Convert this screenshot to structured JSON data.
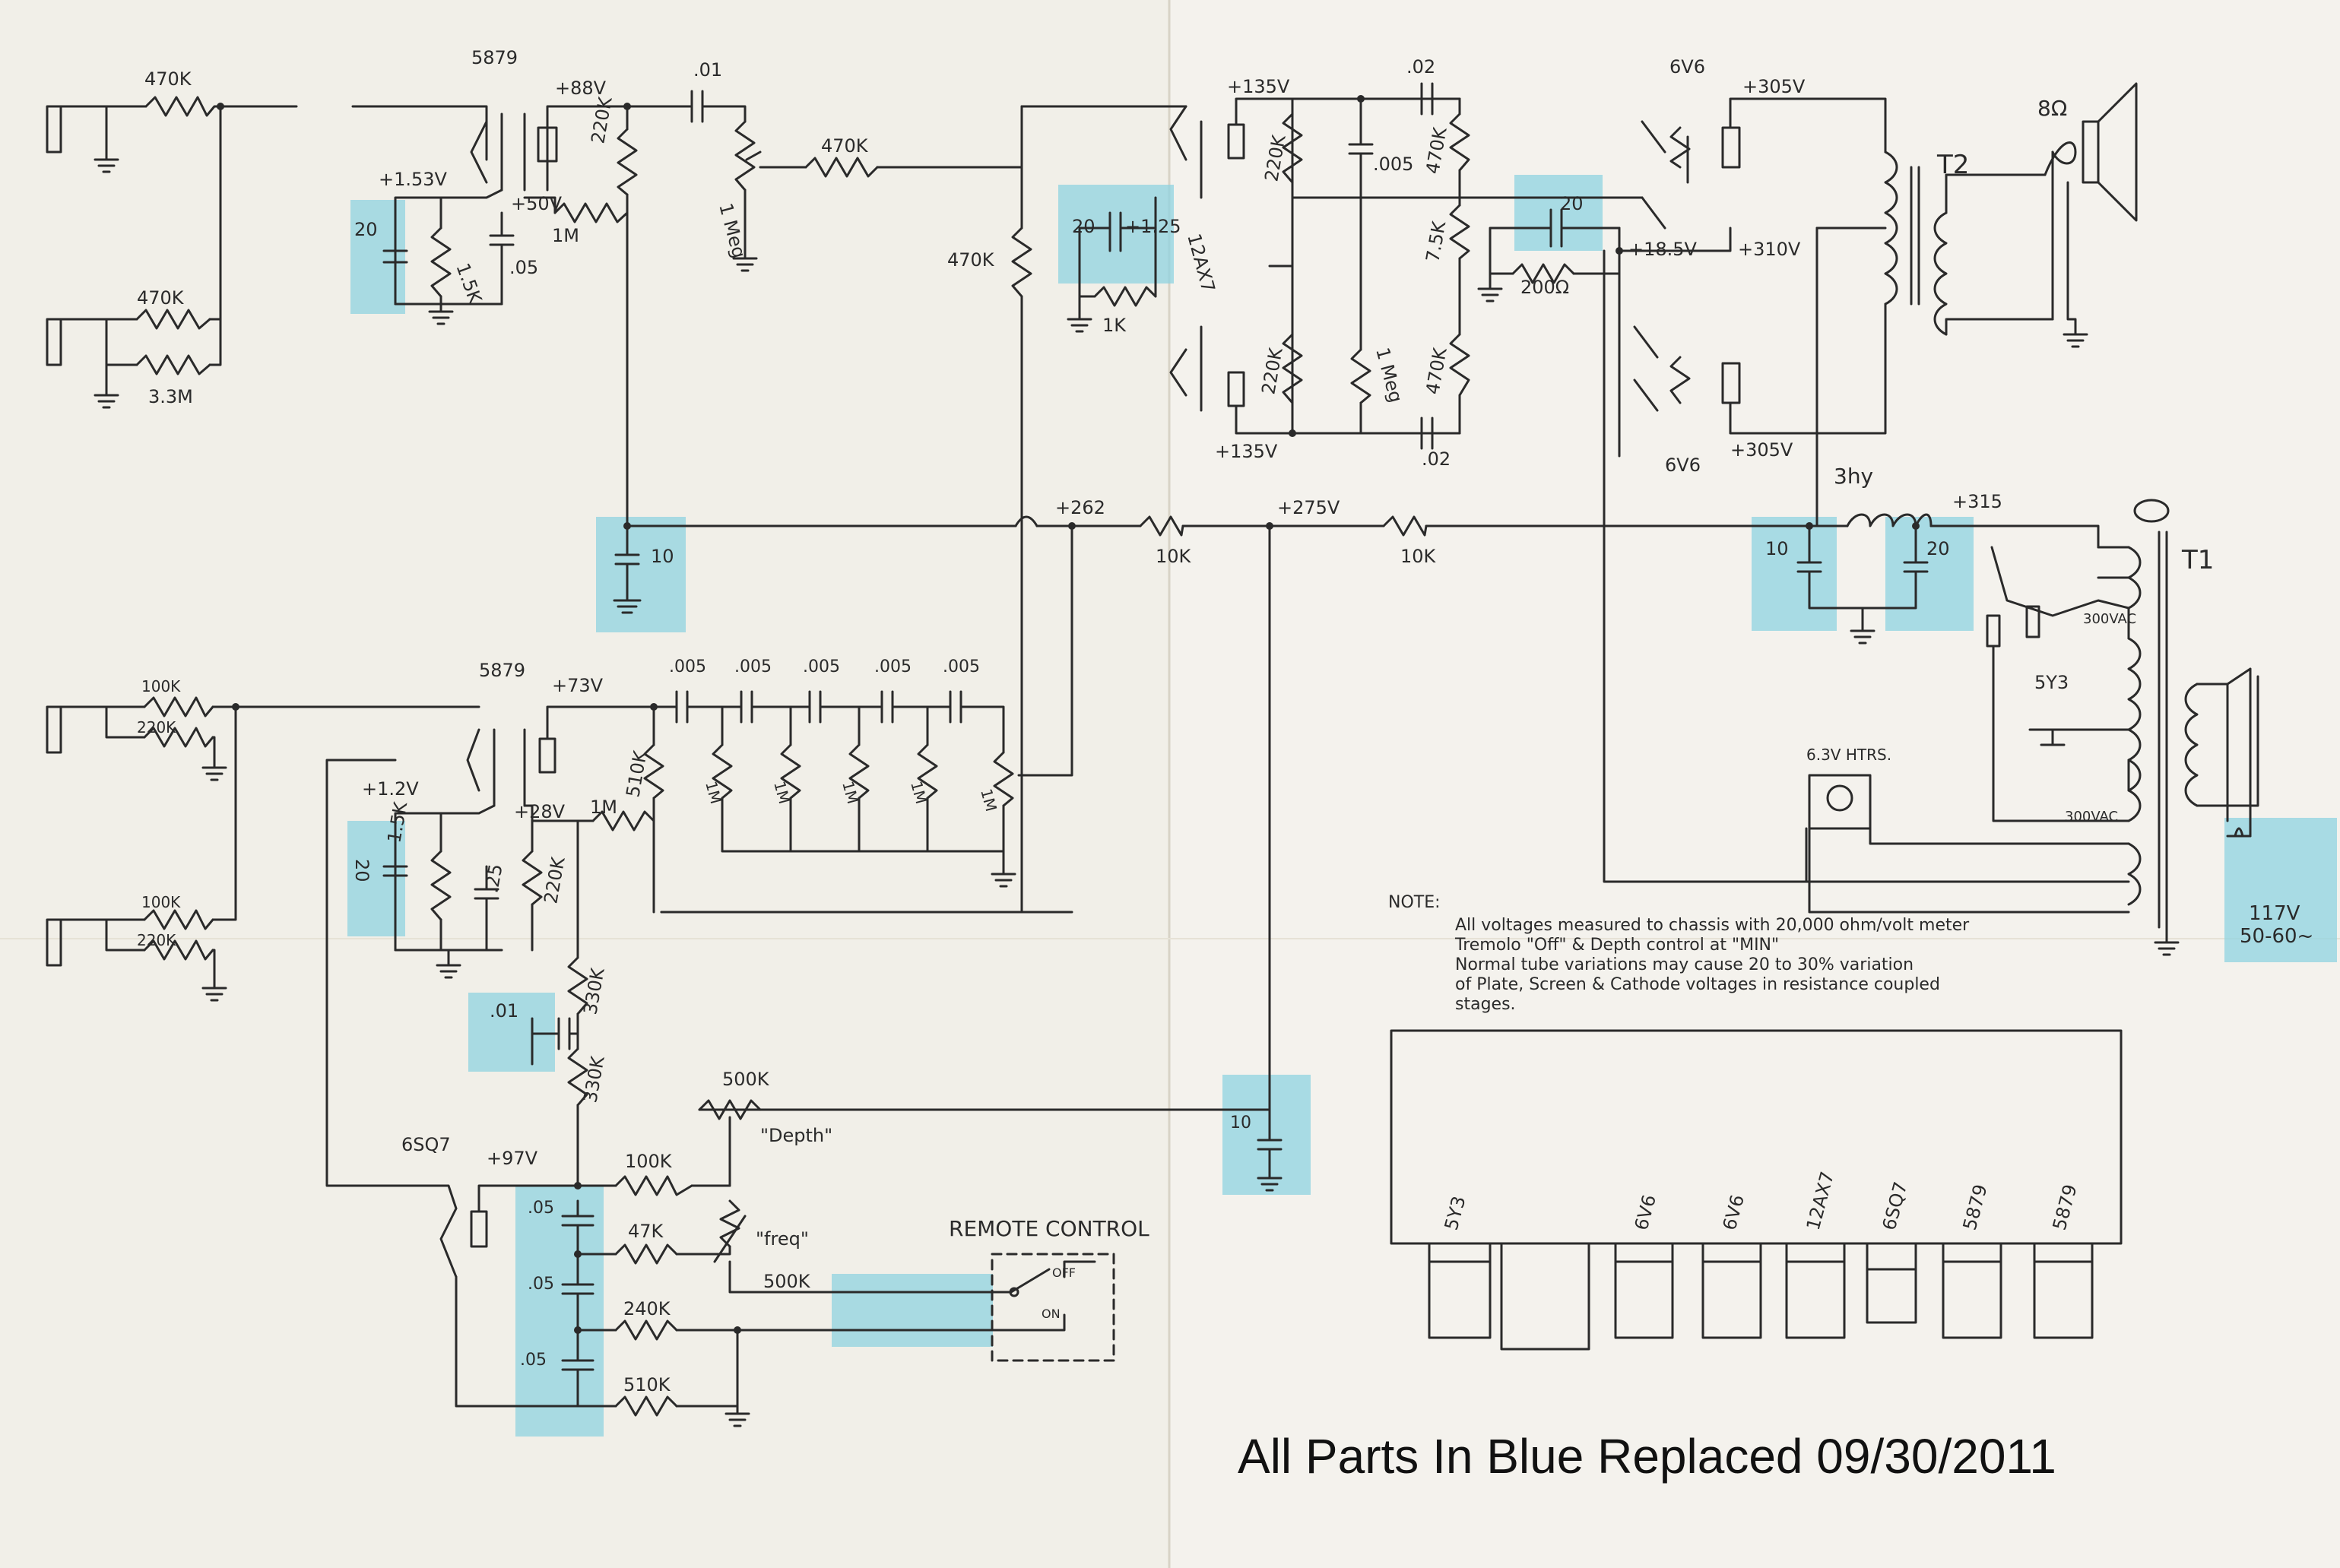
{
  "caption": "All Parts In Blue Replaced 09/30/2011",
  "colors": {
    "paper": "#f1efe8",
    "ink": "#2a2a2a",
    "highlight": "#8fd3e0"
  },
  "top_stage": {
    "tube": "5879",
    "r_in1": "470K",
    "r_in2": "470K",
    "r_grid": "3.3M",
    "plate_v": "+88V",
    "screen_v": "+50V",
    "cathode_v": "+1.53V",
    "c_cathode": "20",
    "r_cathode": "1.5K",
    "c_screen": ".05",
    "r_screen": "1M",
    "r_plate": "220K",
    "c_coupling": ".01",
    "pot": "1 Meg",
    "r_series": "470K",
    "c_filter": "10"
  },
  "pi_stage": {
    "r_decouple": "470K",
    "c_cathode": "20",
    "v_cathode": "+1.25",
    "r_cathode": "1K",
    "tube": "12AX7",
    "v_plate_a": "+135V",
    "v_plate_b": "+135V",
    "r_load_a": "220K",
    "r_load_b": "220K",
    "c_top": ".02",
    "c_mid": ".005",
    "c_bot": ".02",
    "pot": "1 Meg",
    "r_470a": "470K",
    "r_75k": "7.5K",
    "r_470b": "470K",
    "c_bias": "20",
    "r_bias": "200Ω"
  },
  "power_section": {
    "tube_upper": "6V6",
    "tube_lower": "6V6",
    "v_plate_upper": "+305V",
    "v_plate_lower": "+305V",
    "v_cathode": "+18.5V",
    "v_screen": "+310V",
    "output_transformer": "T2",
    "speaker": "8Ω",
    "choke": "3hy",
    "v_supply": "+315",
    "power_transformer": "T1",
    "c_filter1": "10",
    "c_filter2": "20",
    "rectifier": "5Y3",
    "hv_upper": "300VAC",
    "hv_lower": "300VAC",
    "heater_label": "6.3V HTRS.",
    "mains": "117V",
    "mains_freq": "50-60~"
  },
  "supply_line": {
    "v1": "+262",
    "r1": "10K",
    "v2": "+275V",
    "r2": "10K"
  },
  "second_stage": {
    "tube": "5879",
    "r_in1": "100K",
    "r_in2": "220K",
    "r_in3": "100K",
    "r_in4": "220K",
    "plate_v": "+73V",
    "screen_v": "+28V",
    "cathode_v": "+1.2V",
    "c_cathode": "20",
    "r_cathode": "1.5K",
    "c_screen": ".25",
    "r_screen": "220K",
    "r_1m": "1M",
    "r_grid": "510K",
    "tone_caps": [
      ".005",
      ".005",
      ".005",
      ".005",
      ".005"
    ],
    "tone_res": [
      "1M",
      "1M",
      "1M",
      "1M"
    ],
    "r_end": "1M",
    "r_330a": "330K",
    "r_330b": "330K",
    "c_01": ".01",
    "c_10": "10"
  },
  "tremolo": {
    "tube": "6SQ7",
    "plate_v": "+97V",
    "depth_pot": "500K",
    "depth_label": "\"Depth\"",
    "r_100k": "100K",
    "caps": [
      ".05",
      ".05",
      ".05"
    ],
    "r_47k": "47K",
    "freq_label": "\"freq\"",
    "freq_pot": "500K",
    "r_240k": "240K",
    "r_510k": "510K",
    "remote_label": "REMOTE CONTROL",
    "switch_off": "OFF",
    "switch_on": "ON"
  },
  "note": {
    "heading": "NOTE:",
    "lines": [
      "All voltages measured to chassis with 20,000 ohm/volt meter",
      "Tremolo \"Off\" & Depth control at \"MIN\"",
      "Normal tube variations may cause 20 to 30% variation",
      "of Plate, Screen & Cathode voltages in resistance coupled",
      "stages."
    ]
  },
  "tube_layout": {
    "tubes": [
      "5Y3",
      "6V6",
      "6V6",
      "12AX7",
      "6SQ7",
      "5879",
      "5879"
    ]
  }
}
